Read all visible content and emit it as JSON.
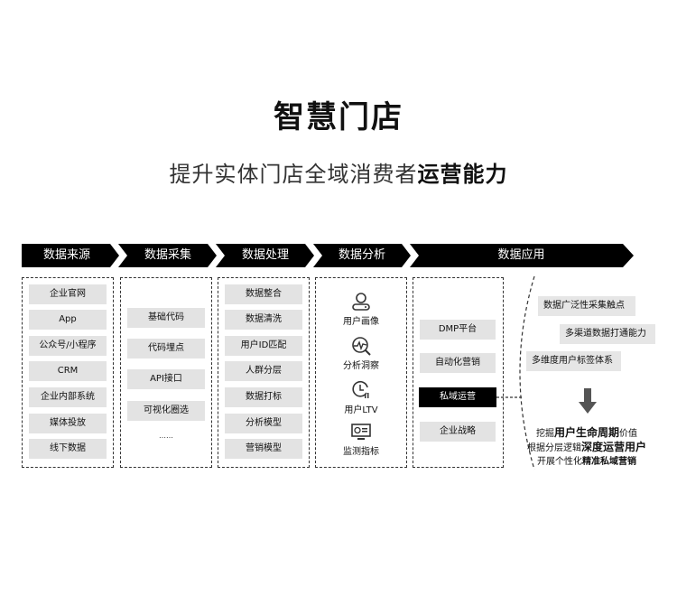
{
  "title": "智慧门店",
  "subtitle": {
    "normal": "提升实体门店全域消费者",
    "bold": "运营能力"
  },
  "stages": [
    "数据来源",
    "数据采集",
    "数据处理",
    "数据分析",
    "数据应用"
  ],
  "sources": [
    "企业官网",
    "App",
    "公众号/小程序",
    "CRM",
    "企业内部系统",
    "媒体投放",
    "线下数据"
  ],
  "collection": [
    "基础代码",
    "代码埋点",
    "API接口",
    "可视化圈选"
  ],
  "collection_more": "……",
  "processing": [
    "数据整合",
    "数据清洗",
    "用户ID匹配",
    "人群分层",
    "数据打标",
    "分析模型",
    "营销模型"
  ],
  "analysis": [
    {
      "label": "用户画像",
      "icon": "user-icon"
    },
    {
      "label": "分析洞察",
      "icon": "analysis-icon"
    },
    {
      "label": "用户LTV",
      "icon": "clock-chart-icon"
    },
    {
      "label": "监测指标",
      "icon": "monitor-icon"
    }
  ],
  "application": [
    "DMP平台",
    "自动化营销",
    "私域运营",
    "企业战略"
  ],
  "capabilities": [
    "数据广泛性采集触点",
    "多渠道数据打通能力",
    "多维度用户标签体系"
  ],
  "outcomes": [
    {
      "pre": "挖掘",
      "bold": "用户生命周期",
      "post": "价值"
    },
    {
      "pre": "根据分层逻辑",
      "bold": "深度运营用户",
      "post": ""
    },
    {
      "pre": "开展个性化",
      "bold": "精准私域营销",
      "post": ""
    }
  ]
}
